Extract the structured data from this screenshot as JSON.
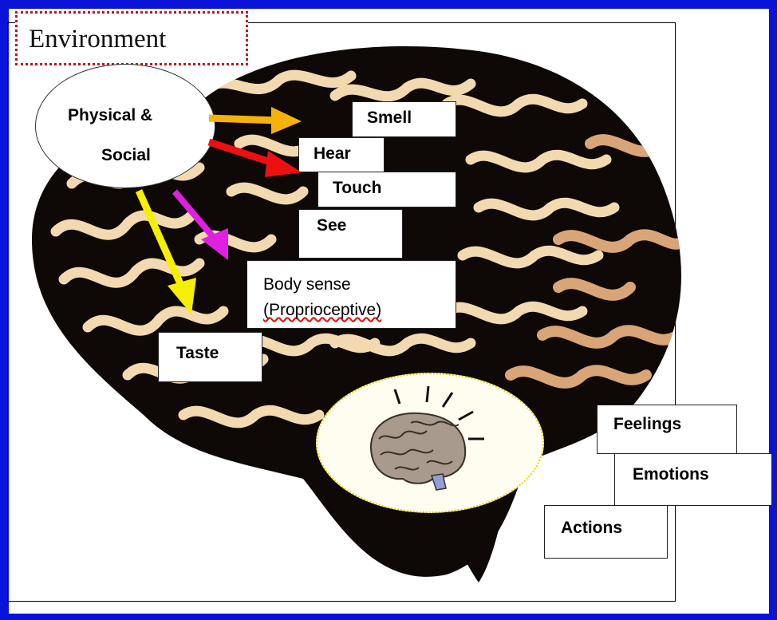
{
  "environment_title": "Environment",
  "source": {
    "line1": "Physical &",
    "line2": "Social"
  },
  "senses": {
    "smell": "Smell",
    "hear": "Hear",
    "touch": "Touch",
    "see": "See",
    "body_sense_line1": "Body sense",
    "body_sense_line2": "(Proprioceptive)",
    "taste": "Taste"
  },
  "outputs": {
    "feelings": "Feelings",
    "emotions": "Emotions",
    "actions": "Actions"
  },
  "colors": {
    "background": "#0a14d8",
    "title_border": "#c8101a",
    "arrow_smell": "#f5b20a",
    "arrow_hear": "#ee1010",
    "arrow_see": "#e020e0",
    "arrow_taste": "#f4f000",
    "brain_dark": "#0e0806",
    "brain_light": "#f3d9b0",
    "brain_tan": "#d9a577"
  },
  "icons": [
    "brain-illustration",
    "small-brain-icon"
  ]
}
